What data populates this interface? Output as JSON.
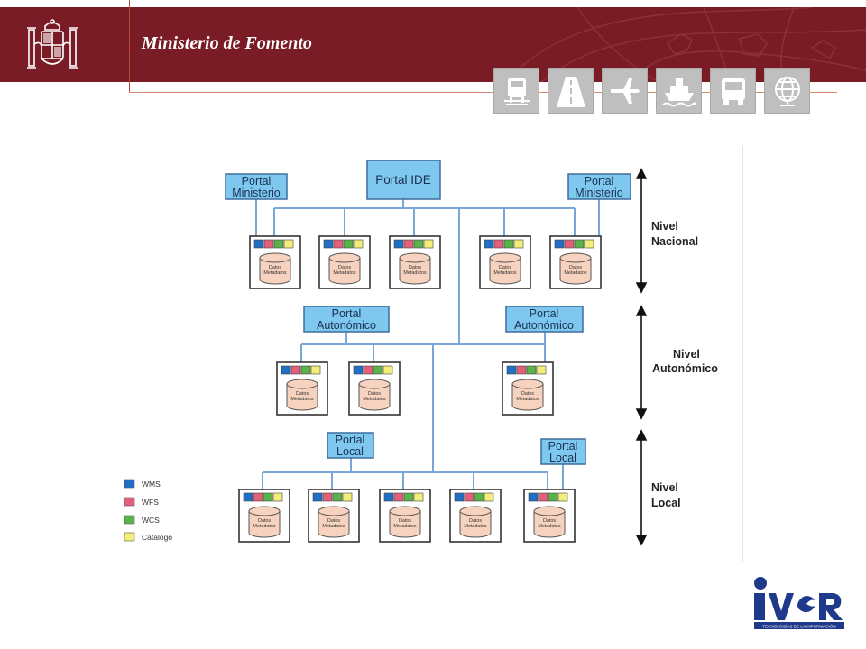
{
  "header": {
    "title": "Ministerio de Fomento",
    "brand_color": "#7a1c26"
  },
  "transport_icons": [
    "train-icon",
    "road-icon",
    "airplane-icon",
    "ship-icon",
    "truck-icon",
    "globe-icon"
  ],
  "diagram": {
    "portals": {
      "ide": "Portal IDE",
      "ministerio_left": [
        "Portal",
        "Ministerio"
      ],
      "ministerio_right": [
        "Portal",
        "Ministerio"
      ],
      "autonomico_left": [
        "Portal",
        "Autonómico"
      ],
      "autonomico_right": [
        "Portal",
        "Autonómico"
      ],
      "local_left": [
        "Portal",
        "Local"
      ],
      "local_right": [
        "Portal",
        "Local"
      ]
    },
    "node_label": [
      "Datos",
      "Metadatos"
    ],
    "levels": {
      "nacional": [
        "Nivel",
        "Nacional"
      ],
      "autonomico": [
        "Nivel",
        "Autonómico"
      ],
      "local": [
        "Nivel",
        "Local"
      ]
    },
    "legend": [
      "WMS",
      "WFS",
      "WCS",
      "Catálogo"
    ],
    "colors": {
      "wms": "#1f6fc4",
      "wfs": "#e2607a",
      "wcs": "#5ab24a",
      "catalogo": "#f2ee7a",
      "portal": "#7ec8ef",
      "line": "#7aa6d6"
    }
  },
  "logo": {
    "text": "iVeR",
    "tagline": "TECNOLOGÍAS DE LA INFORMACIÓN"
  }
}
